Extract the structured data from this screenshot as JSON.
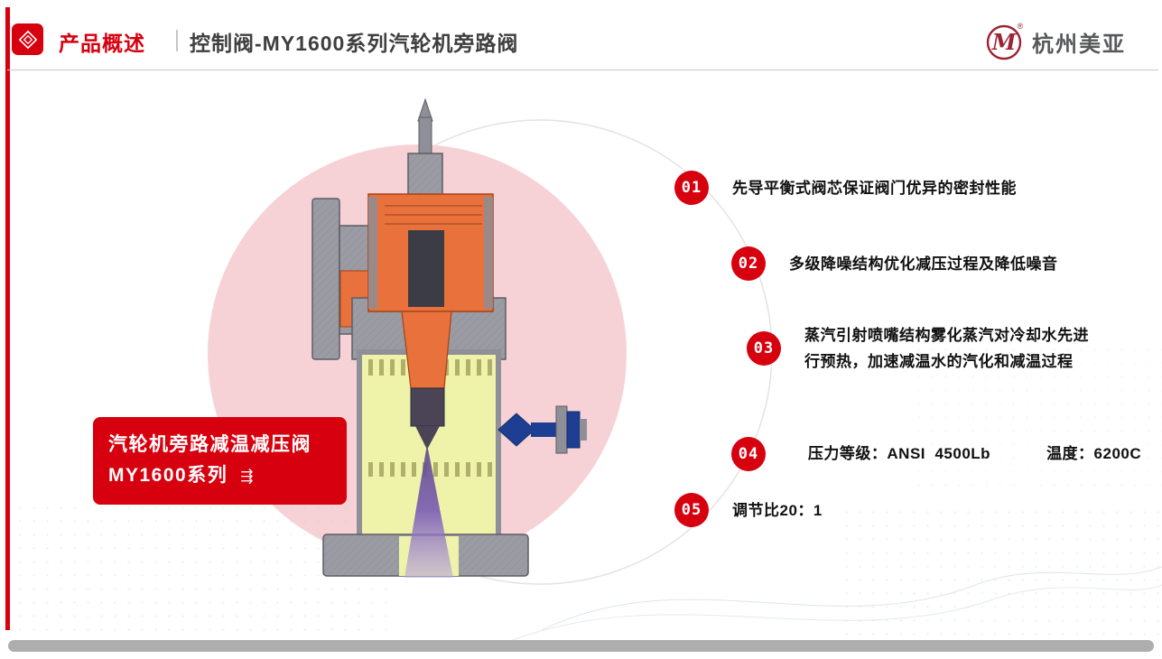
{
  "header": {
    "section_label": "产品概述",
    "title": "控制阀-MY1600系列汽轮机旁路阀",
    "logo": {
      "mark": "M",
      "reg": "®",
      "text": "杭州美亚"
    }
  },
  "hero": {
    "product_label": {
      "line1": "汽轮机旁路减温减压阀",
      "line2": "MY1600系列",
      "arrow_glyph": "⇶"
    },
    "illustration": "steam-turbine-bypass-valve-cross-section"
  },
  "features": [
    {
      "number": "01",
      "text": "先导平衡式阀芯保证阀门优异的密封性能"
    },
    {
      "number": "02",
      "text": "多级降噪结构优化减压过程及降低噪音"
    },
    {
      "number": "03",
      "text": "蒸汽引射喷嘴结构雾化蒸汽对冷却水先进行预热，加速减温水的汽化和减温过程"
    },
    {
      "number": "04",
      "text": "压力等级：ANSI  4500Lb",
      "text2": "温度：6200C"
    },
    {
      "number": "05",
      "text": "调节比20：1"
    }
  ],
  "colors": {
    "brand_red": "#d7000f",
    "pink_circle": "#f6d2d6",
    "arc_gray": "#e3e3e3",
    "title_dark": "#3f3f3f",
    "text_dark": "#111111",
    "valve_orange": "#e9713b",
    "valve_yellow": "#eef3a9",
    "valve_gray": "#9b9ba3",
    "valve_dark": "#3c3c46",
    "valve_blue": "#1d3e93",
    "spray_purple": "#7a5bb5",
    "bottom_bar_gray": "#aeaeae",
    "logo_maroon": "#9c2333"
  }
}
